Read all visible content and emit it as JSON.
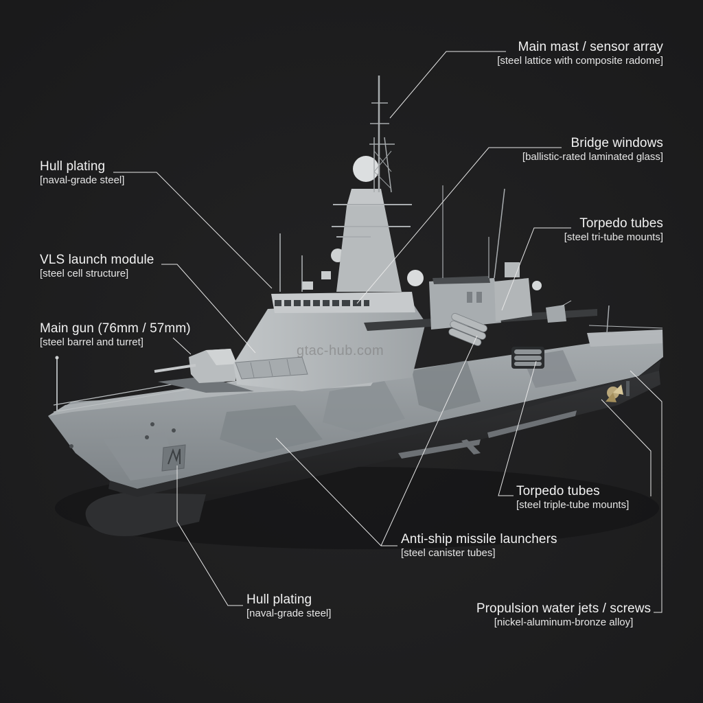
{
  "diagram": {
    "subject": "Naval corvette / frigate 3D render with material callouts",
    "background_color": "#1e1e1f",
    "hull_color": "#9aa0a4",
    "label_color": "#f2f2f2",
    "leader_line_color": "#e8e8e8"
  },
  "watermark": "gtac-hub.com",
  "callouts": [
    {
      "id": "main-mast",
      "title": "Main mast / sensor array",
      "material": "[steel lattice with composite radome]"
    },
    {
      "id": "bridge-windows",
      "title": "Bridge windows",
      "material": "[ballistic-rated laminated glass]"
    },
    {
      "id": "torpedo-tubes-upper",
      "title": "Torpedo tubes",
      "material": "[steel tri-tube mounts]"
    },
    {
      "id": "hull-plating-upper",
      "title": "Hull plating",
      "material": "[naval-grade steel]"
    },
    {
      "id": "vls-module",
      "title": "VLS launch module",
      "material": "[steel cell structure]"
    },
    {
      "id": "main-gun",
      "title": "Main gun (76mm / 57mm)",
      "material": "[steel barrel and turret]"
    },
    {
      "id": "torpedo-tubes-lower",
      "title": "Torpedo tubes",
      "material": "[steel triple-tube mounts]"
    },
    {
      "id": "anti-ship-missiles",
      "title": "Anti-ship missile launchers",
      "material": "[steel canister tubes]"
    },
    {
      "id": "hull-plating-lower",
      "title": "Hull plating",
      "material": "[naval-grade steel]"
    },
    {
      "id": "propulsion",
      "title": "Propulsion water jets / screws",
      "material": "[nickel-aluminum-bronze alloy]"
    }
  ]
}
